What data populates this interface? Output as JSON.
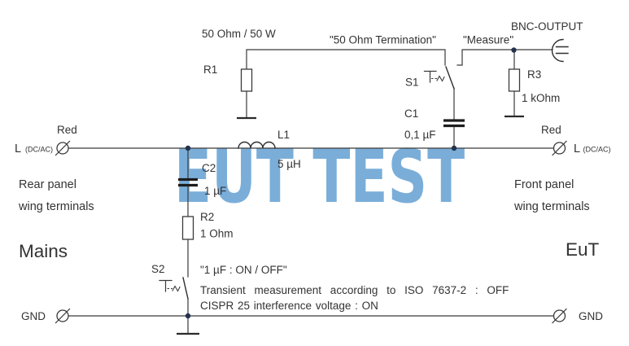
{
  "colors": {
    "background": "#ffffff",
    "wire": "#3a3a3a",
    "text": "#333333",
    "watermark": "#7aaed9"
  },
  "watermark": {
    "text": "EUT TEST",
    "color": "#7aaed9"
  },
  "components": {
    "r1": {
      "ref": "R1",
      "value": "50 Ohm / 50 W"
    },
    "r2": {
      "ref": "R2",
      "value": "1 Ohm"
    },
    "r3": {
      "ref": "R3",
      "value": "1 kOhm"
    },
    "c1": {
      "ref": "C1",
      "value": "0,1 µF"
    },
    "c2": {
      "ref": "C2",
      "value": "1 µF"
    },
    "l1": {
      "ref": "L1",
      "value": "5 µH"
    },
    "s1": {
      "ref": "S1",
      "position_a": "\"50 Ohm Termination\"",
      "position_b": "\"Measure\""
    },
    "s2": {
      "ref": "S2",
      "note": "\"1 µF : ON / OFF\""
    }
  },
  "connector": {
    "bnc_label": "BNC-OUTPUT"
  },
  "terminals": {
    "line_left": {
      "color_label": "Red",
      "name": "L",
      "sub": "(DC/AC)"
    },
    "line_right": {
      "color_label": "Red",
      "name": "L",
      "sub": "(DC/AC)"
    },
    "gnd_left": {
      "name": "GND"
    },
    "gnd_right": {
      "name": "GND"
    }
  },
  "annotations": {
    "rear_panel": {
      "line1": "Rear panel",
      "line2": "wing terminals"
    },
    "front_panel": {
      "line1": "Front panel",
      "line2": "wing terminals"
    },
    "mains": "Mains",
    "eut": "EuT",
    "transient_note": "Transient measurement according to ISO 7637-2 : OFF",
    "cispr_note": "CISPR 25 interference voltage : ON"
  }
}
